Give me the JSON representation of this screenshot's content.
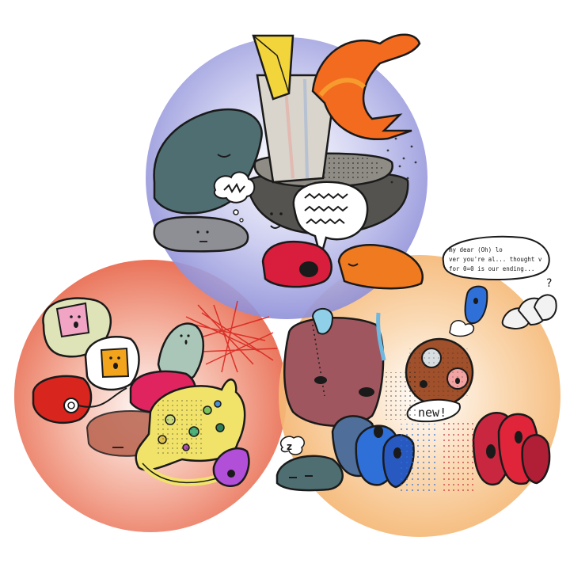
{
  "illustration": {
    "kind": "hand-drawn doodle of three overlapping colored circles filled with cartoon blob characters",
    "colors": {
      "top_circle": "#8e8fd8",
      "left_circle": "#e8694e",
      "right_circle": "#f4b26b",
      "outline": "#1a1a1a",
      "teal_blob": "#4f6e72",
      "orange_plume": "#f36b1f",
      "red_blob": "#d81e3c",
      "mauve_blob": "#a0565f",
      "blue_blob": "#2f6fd8",
      "yellow_blob": "#f1e36a"
    },
    "texts": {
      "speech_new": "new!",
      "snore": "z",
      "question": "?",
      "note_line_1": "my dear (Oh) lo",
      "note_line_2": "ver you're al... thought v",
      "note_line_3": "for 0=0 is our ending..."
    },
    "icons": [
      "speech-bubble-icon",
      "thought-bubble-icon",
      "question-mark-icon",
      "sleep-z-icon"
    ]
  }
}
